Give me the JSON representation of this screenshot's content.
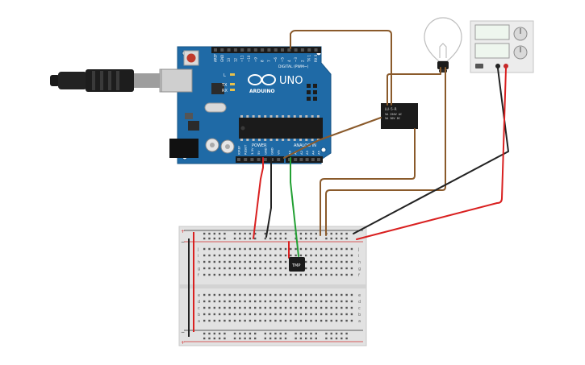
{
  "arduino": {
    "brand": "ARDUINO",
    "model": "UNO",
    "digital_header": "DIGITAL (PWM~)",
    "power_label": "POWER",
    "analog_label": "ANALOG IN",
    "led_l": "L",
    "led_tx": "TX",
    "led_rx": "RX",
    "digital_pins": [
      "AREF",
      "GND",
      "13",
      "12",
      "~11",
      "~10",
      "~9",
      "8",
      "7",
      "~6",
      "~5",
      "4",
      "~3",
      "2",
      "TX 1",
      "RX 0"
    ],
    "power_pins": [
      "IOREF",
      "RESET",
      "3.3V",
      "5V",
      "GND",
      "GND",
      "Vin"
    ],
    "analog_pins": [
      "A0",
      "A1",
      "A2",
      "A3",
      "A4",
      "A5"
    ]
  },
  "relay": {
    "line1": "LU-5-R",
    "line2": "5A 250V AC",
    "line3": "5A 30V DC"
  },
  "sensor": {
    "label": "TMP"
  },
  "breadboard": {
    "row_letters_top": [
      "j",
      "i",
      "h",
      "g",
      "f"
    ],
    "row_letters_bottom": [
      "e",
      "d",
      "c",
      "b",
      "a"
    ],
    "plus": "+",
    "minus": "−"
  },
  "colors": {
    "arduino_blue": "#1f6aa6",
    "wire_red": "#d92020",
    "wire_black": "#222222",
    "wire_green": "#22a033",
    "wire_brown": "#8a5a2b"
  }
}
